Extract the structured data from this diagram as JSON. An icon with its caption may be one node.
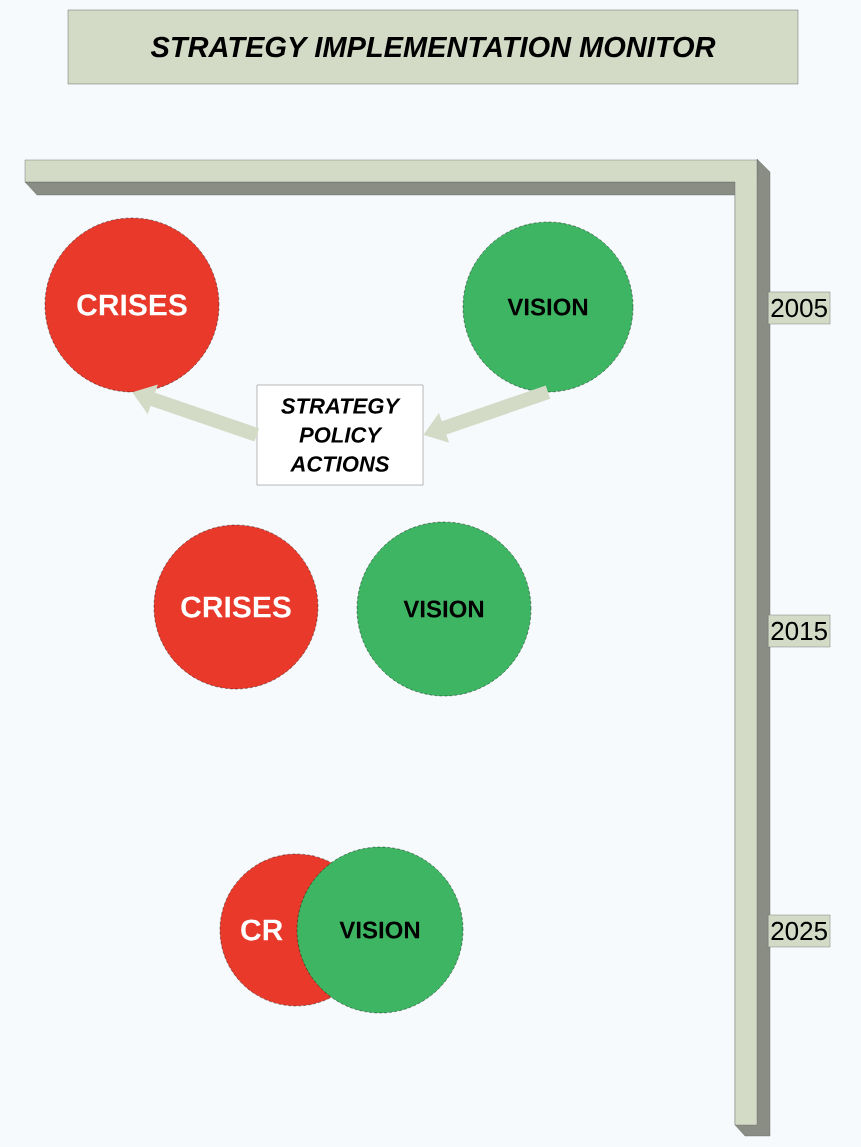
{
  "diagram": {
    "title": "STRATEGY IMPLEMENTATION MONITOR",
    "nodes": [
      {
        "text": [
          "CRISES"
        ]
      },
      {
        "text": [
          "VISION"
        ]
      },
      {
        "text": [
          "STRATEGY POLICY ACTIONS"
        ]
      },
      {
        "text": [
          "CRISES"
        ]
      },
      {
        "text": [
          "VISION"
        ]
      },
      {
        "text": [
          "CR"
        ]
      },
      {
        "text": [
          "VISION"
        ]
      }
    ],
    "edges": [
      {
        "from": 1,
        "to": 2,
        "arrow": "to"
      },
      {
        "from": 2,
        "to": 0,
        "arrow": "to"
      }
    ],
    "labels": [
      "2005",
      "2015",
      "2025"
    ]
  }
}
